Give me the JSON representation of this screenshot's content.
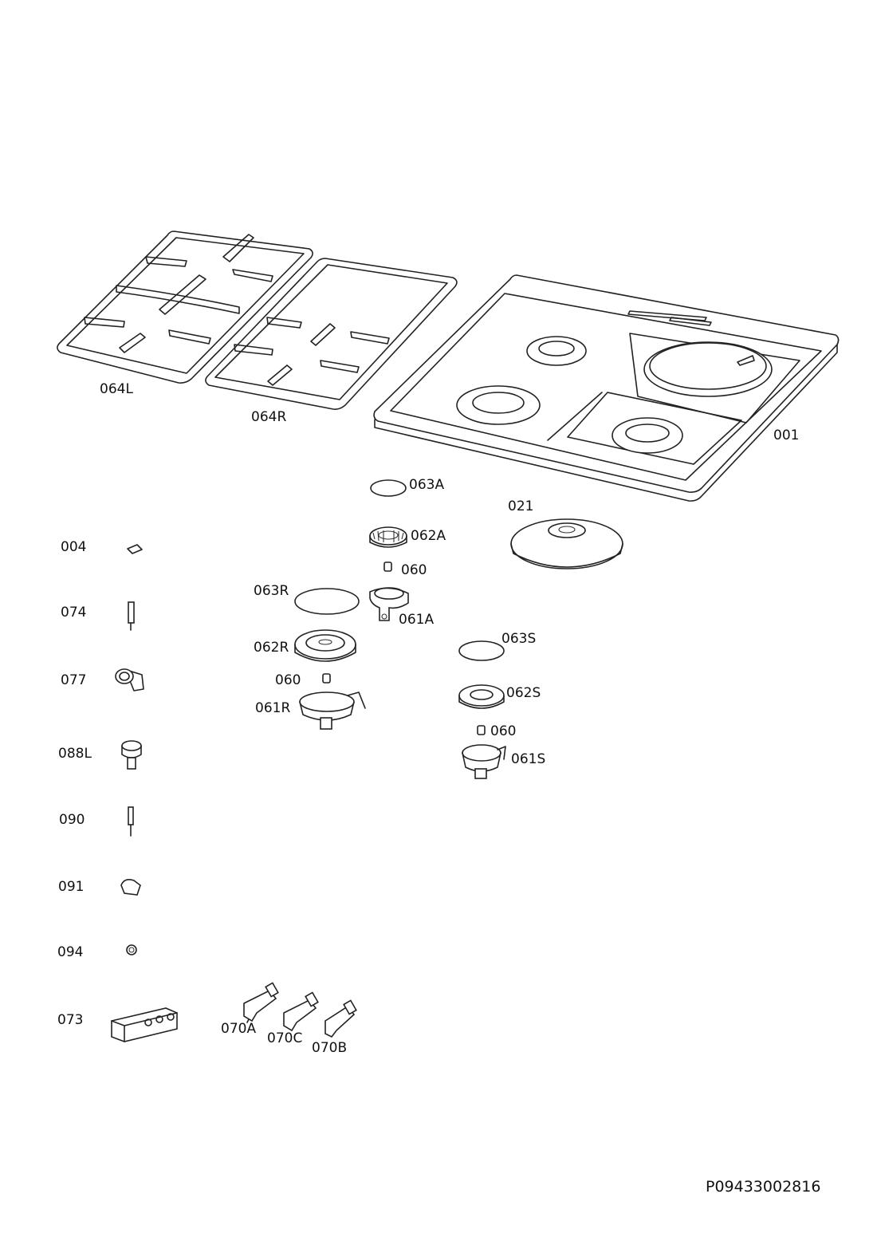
{
  "document_code": "P09433002816",
  "parts": {
    "p001": "001",
    "p004": "004",
    "p021": "021",
    "p060a": "060",
    "p060b": "060",
    "p060c": "060",
    "p061A": "061A",
    "p061R": "061R",
    "p061S": "061S",
    "p062A": "062A",
    "p062R": "062R",
    "p062S": "062S",
    "p063A": "063A",
    "p063R": "063R",
    "p063S": "063S",
    "p064L": "064L",
    "p064R": "064R",
    "p070A": "070A",
    "p070B": "070B",
    "p070C": "070C",
    "p073": "073",
    "p074": "074",
    "p077": "077",
    "p088L": "088L",
    "p090": "090",
    "p091": "091",
    "p094": "094"
  }
}
